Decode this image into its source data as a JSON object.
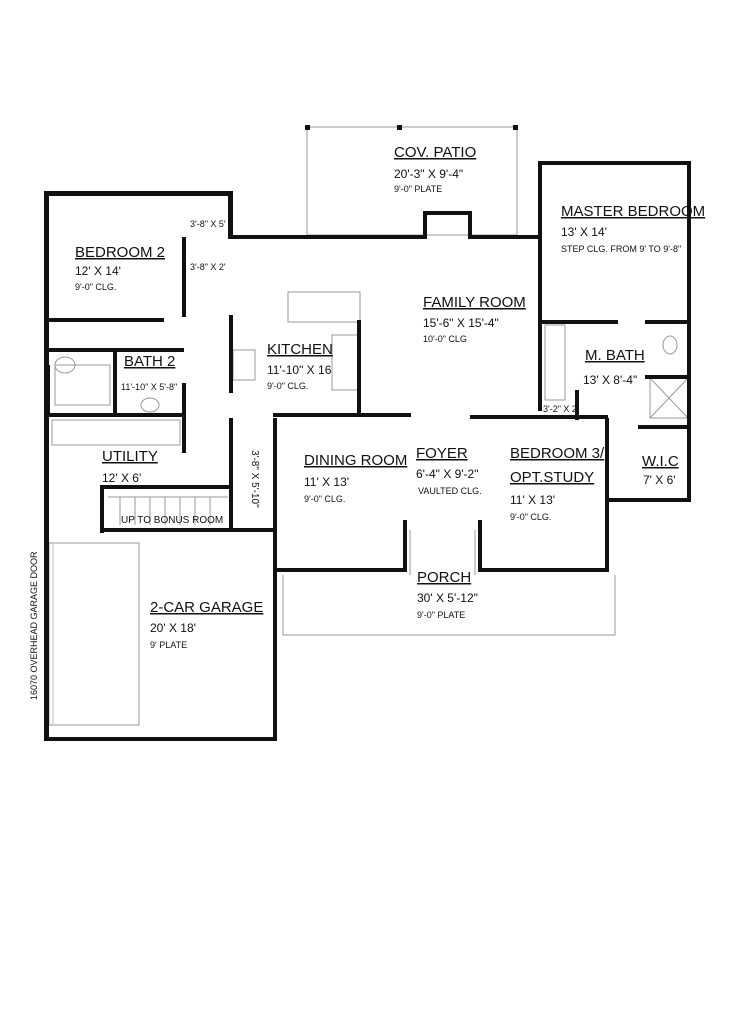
{
  "rooms": {
    "patio": {
      "name": "COV. PATIO",
      "dim": "20'-3\" X 9'-4\"",
      "note": "9'-0\" PLATE"
    },
    "master": {
      "name": "MASTER BEDROOM",
      "dim": "13' X 14'",
      "note": "STEP CLG. FROM 9' TO 9'-8\""
    },
    "bedroom2": {
      "name": "BEDROOM 2",
      "dim": "12' X 14'",
      "note": "9'-0\" CLG."
    },
    "closet1": {
      "dim": "3'-8\" X 5'"
    },
    "closet2": {
      "dim": "3'-8\" X 2'"
    },
    "family": {
      "name": "FAMILY ROOM",
      "dim": "15'-6\" X 15'-4\"",
      "note": "10'-0\" CLG"
    },
    "kitchen": {
      "name": "KITCHEN",
      "dim": "11'-10\" X 16",
      "note": "9'-0\" CLG."
    },
    "bath2": {
      "name": "BATH 2",
      "dim": "11'-10\" X 5'-8\""
    },
    "mbath": {
      "name": "M. BATH",
      "dim": "13' X 8'-4\""
    },
    "closet3": {
      "dim": "3'-2\" X 2'"
    },
    "utility": {
      "name": "UTILITY",
      "dim": "12' X 6'"
    },
    "stair": {
      "dim": "3'-8\" X 5'-10\"",
      "label": "UP TO BONUS ROOM"
    },
    "dining": {
      "name": "DINING ROOM",
      "dim": "11' X 13'",
      "note": "9'-0\" CLG."
    },
    "foyer": {
      "name": "FOYER",
      "dim": "6'-4\" X 9'-2\"",
      "note": "VAULTED CLG."
    },
    "bedroom3": {
      "name": "BEDROOM 3/",
      "name2": "OPT.STUDY",
      "dim": "11' X 13'",
      "note": "9'-0\" CLG."
    },
    "wic": {
      "name": "W.I.C",
      "dim": "7' X 6'"
    },
    "porch": {
      "name": "PORCH",
      "dim": "30' X 5'-12\"",
      "note": "9'-0\" PLATE"
    },
    "garage": {
      "name": "2-CAR GARAGE",
      "dim": "20' X 18'",
      "note": "9' PLATE",
      "door": "16070 OVERHEAD GARAGE DOOR"
    }
  }
}
